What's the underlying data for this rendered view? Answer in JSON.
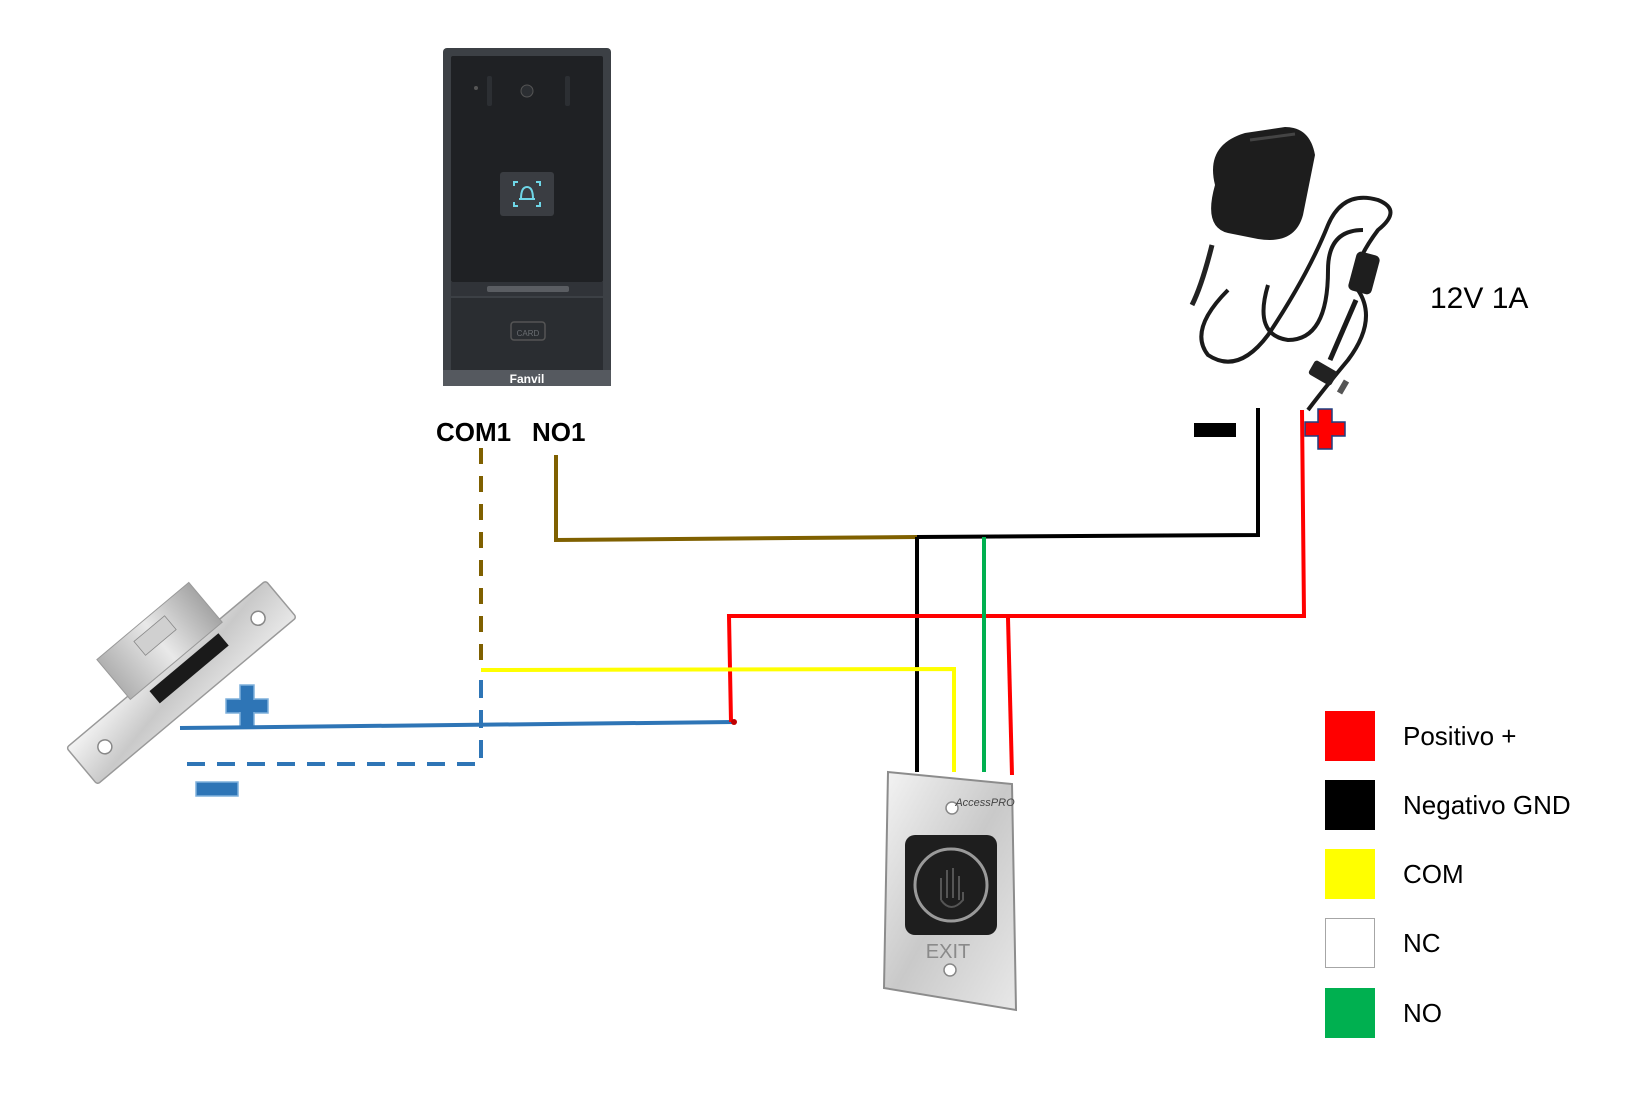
{
  "intercom": {
    "brand": "Fanvil",
    "card_text": "CARD",
    "terminal_com": "COM1",
    "terminal_no": "NO1"
  },
  "power_supply": {
    "rating": "12V 1A",
    "negative_icon": "minus-icon",
    "positive_icon": "plus-icon"
  },
  "lock": {
    "positive_icon": "plus-icon",
    "negative_icon": "minus-icon"
  },
  "exit_button": {
    "brand": "AccessPRO",
    "label": "EXIT",
    "icon": "hand-icon"
  },
  "legend": [
    {
      "label": "Positivo +",
      "color": "#ff0000"
    },
    {
      "label": "Negativo GND",
      "color": "#000000"
    },
    {
      "label": "COM",
      "color": "#ffff00"
    },
    {
      "label": "NC",
      "color": "#ffffff"
    },
    {
      "label": "NO",
      "color": "#00b050"
    }
  ],
  "wire_colors": {
    "positive": "#ff0000",
    "negative": "#000000",
    "com": "#ffff00",
    "no": "#00b050",
    "relay": "#7f6000",
    "lock": "#2e75b6"
  }
}
